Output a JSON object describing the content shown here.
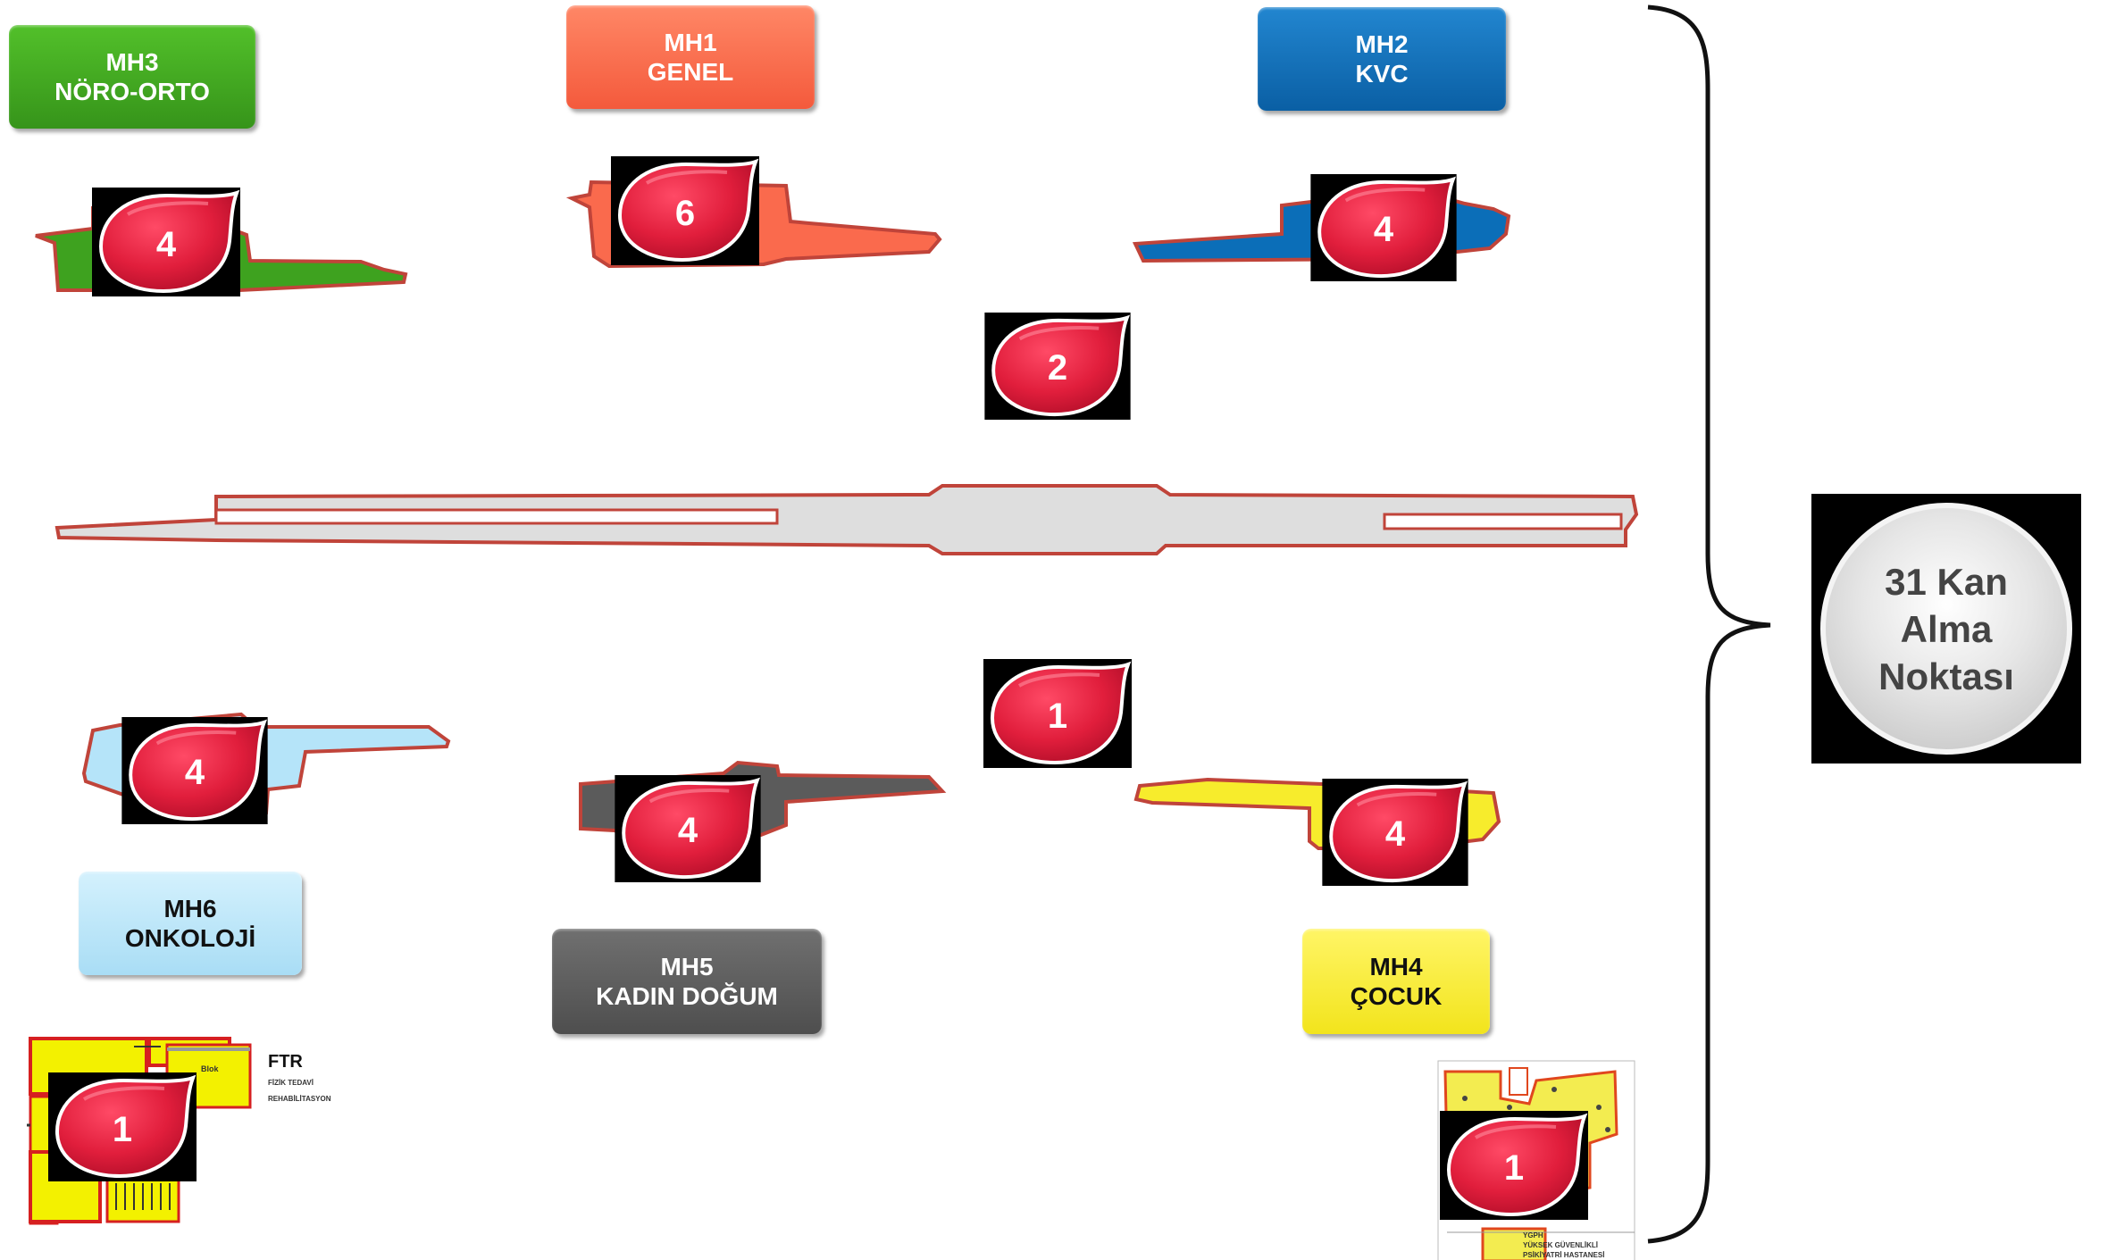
{
  "labels": {
    "mh3": {
      "code": "MH3",
      "name": "NÖRO-ORTO"
    },
    "mh1": {
      "code": "MH1",
      "name": "GENEL"
    },
    "mh2": {
      "code": "MH2",
      "name": "KVC"
    },
    "mh6": {
      "code": "MH6",
      "name": "ONKOLOJİ"
    },
    "mh5": {
      "code": "MH5",
      "name": "KADIN DOĞUM"
    },
    "mh4": {
      "code": "MH4",
      "name": "ÇOCUK"
    }
  },
  "counts": {
    "mh3": "4",
    "mh1": "6",
    "mh2": "4",
    "center_top": "2",
    "mh6": "4",
    "mh5": "4",
    "center_bottom": "1",
    "mh4": "4",
    "ftr": "1",
    "ygph": "1"
  },
  "ftr": {
    "code": "FTR",
    "line1": "FİZİK TEDAVİ",
    "line2": "REHABİLİTASYON",
    "tag": "Blok"
  },
  "ygph": {
    "code": "YGPH",
    "line1": "YÜKSEK GÜVENLİKLİ",
    "line2": "PSİKİYATRİ HASTANESİ"
  },
  "total": {
    "line1": "31 Kan",
    "line2": "Alma",
    "line3": "Noktası"
  },
  "colors": {
    "mh3": "#3ea21f",
    "mh1": "#fa6a4d",
    "mh2": "#0b6eb8",
    "mh6": "#b5e4f9",
    "mh5": "#5b5b5b",
    "mh4": "#f7ec2c",
    "outline": "#c0443a",
    "drop": "#e11e3c",
    "corridor": "#dedede"
  }
}
